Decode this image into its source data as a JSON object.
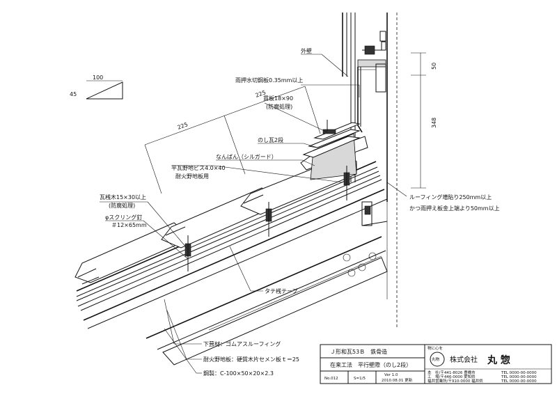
{
  "scale_triangle": {
    "run": "100",
    "rise": "45"
  },
  "dimensions": {
    "d225a": "225",
    "d225b": "225",
    "d50": "50",
    "d348": "348"
  },
  "labels": {
    "gaiheki": "外壁",
    "amaosae": "雨押水切鋼板0.35mm以上",
    "nukiita1": "貫板18×90",
    "nukiita2": "(防腐処理)",
    "noshi": "のし瓦2段",
    "nanban": "なんばん（シルガード）",
    "hiragawara1": "平瓦野地ビス4.0×40",
    "hiragawara2": "耐火野地板用",
    "kawarazan1": "瓦桟木15×30以上",
    "kawarazan2": "(防腐処理)",
    "kugi1": "φスクリング釘",
    "kugi2": "＃12×65mm",
    "tatezan": "タテ桟テープ",
    "shitabuki": "下葺材：ゴムアスルーフィング",
    "nojiita": "耐火野地板：硬質木片セメン板ｔ＝25",
    "kouzai": "鋼製：C-100×50×20×2.3",
    "roofing1": "ルーフィング増貼り250mm以上",
    "roofing2": "かつ雨押え板金上端より50mm以上"
  },
  "title_block": {
    "title1": "Ｊ形和瓦53Ｂ　鉄骨造",
    "title2": "在来工法　平行壁際（のし2段）",
    "no": "No.012",
    "scale": "S=1/5",
    "ver": "Ver 1.0",
    "date": "2010.08.01 更新",
    "motto": "物に心を",
    "logo": "丸物",
    "company": "株式会社",
    "company_name": "丸 惣",
    "addr1": "本　社/〒441-8026 豊橋市",
    "addr2": "工　場/〒446-0000 愛知県",
    "addr3": "福井営業所/〒910-0000 福井県",
    "tel1": "TEL 0000-00-0000",
    "tel2": "TEL 0000-00-0000",
    "tel3": "TEL 0000-00-0000"
  },
  "colors": {
    "line": "#111111",
    "mortar": "#d8d8d8",
    "background": "#ffffff"
  }
}
